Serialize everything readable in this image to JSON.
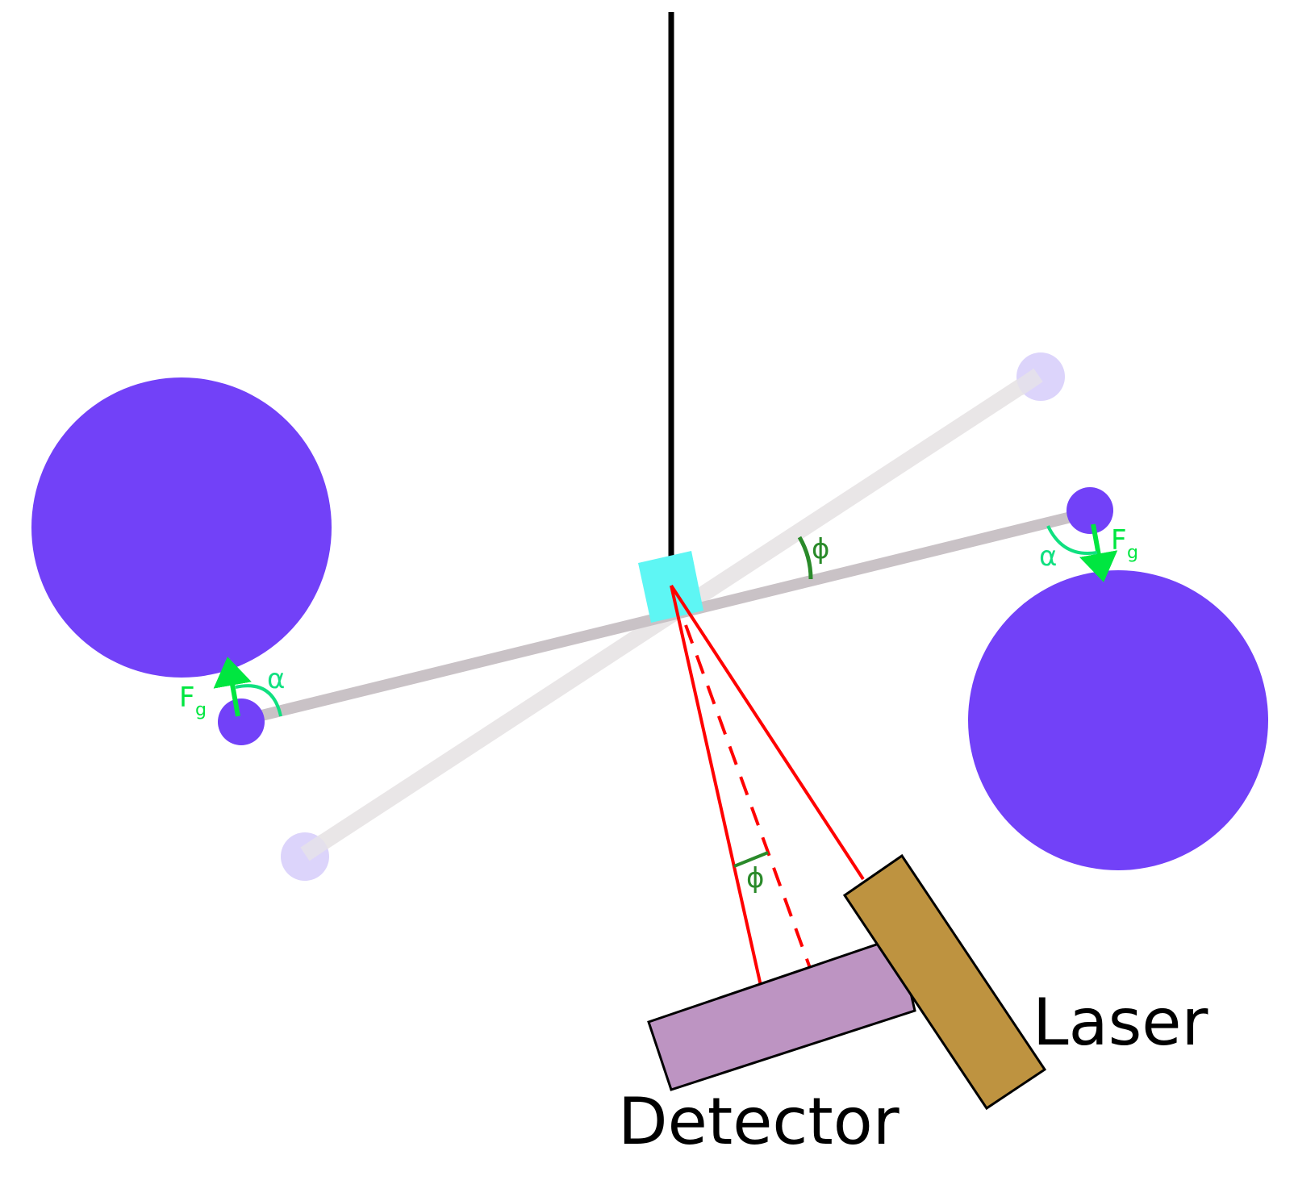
{
  "colors": {
    "background": "#ffffff",
    "fiber": "#000000",
    "large_mass": "#7241f8",
    "small_mass": "#7241f8",
    "ghost_mass": "#d8cffb",
    "beam": "#c9c2c6",
    "ghost_beam": "#e9e6e7",
    "mirror": "#5ef6f4",
    "laser_ray": "#ff0000",
    "angle_phi": "#2a8a2a",
    "force_arrow": "#00e640",
    "angle_alpha": "#10e080",
    "detector": "#bd94c2",
    "laser": "#be9340",
    "outline": "#000000"
  },
  "labels": {
    "laser": "Laser",
    "detector": "Detector",
    "phi": "ϕ",
    "alpha": "α",
    "force_main": "F",
    "force_sub": "g"
  }
}
